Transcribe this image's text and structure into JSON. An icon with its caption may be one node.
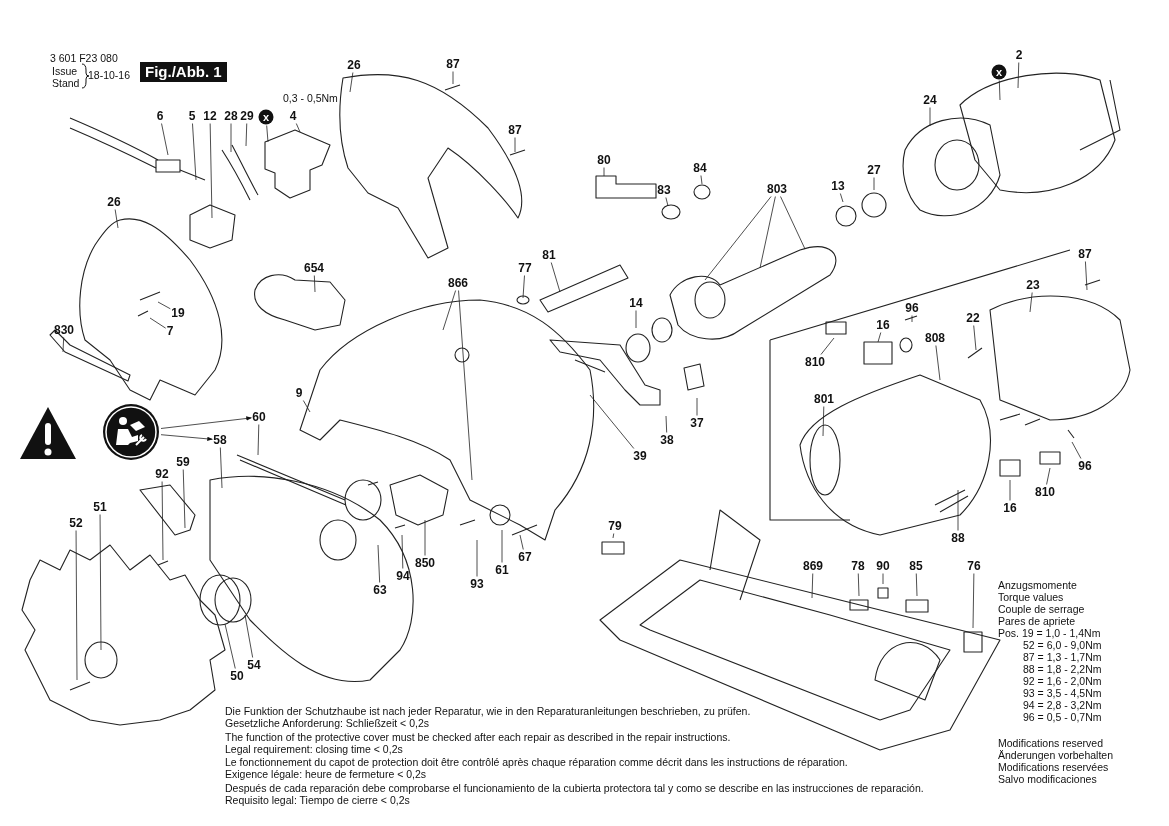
{
  "diagram": {
    "nodes": [
      {
        "text": [
          "6"
        ]
      },
      {
        "text": [
          "5"
        ]
      },
      {
        "text": [
          "12"
        ]
      },
      {
        "text": [
          "28"
        ]
      },
      {
        "text": [
          "29"
        ]
      },
      {
        "text": [
          "x"
        ]
      },
      {
        "text": [
          "4"
        ]
      },
      {
        "text": [
          "26"
        ]
      },
      {
        "text": [
          "87"
        ]
      },
      {
        "text": [
          "87"
        ]
      },
      {
        "text": [
          "26"
        ]
      },
      {
        "text": [
          "19"
        ]
      },
      {
        "text": [
          "7"
        ]
      },
      {
        "text": [
          "830"
        ]
      },
      {
        "text": [
          "654"
        ]
      },
      {
        "text": [
          "866"
        ]
      },
      {
        "text": [
          "77"
        ]
      },
      {
        "text": [
          "81"
        ]
      },
      {
        "text": [
          "80"
        ]
      },
      {
        "text": [
          "83"
        ]
      },
      {
        "text": [
          "84"
        ]
      },
      {
        "text": [
          "803"
        ]
      },
      {
        "text": [
          "13"
        ]
      },
      {
        "text": [
          "27"
        ]
      },
      {
        "text": [
          "24"
        ]
      },
      {
        "text": [
          "2"
        ]
      },
      {
        "text": [
          "x"
        ]
      },
      {
        "text": [
          "14"
        ]
      },
      {
        "text": [
          "96"
        ]
      },
      {
        "text": [
          "16"
        ]
      },
      {
        "text": [
          "810"
        ]
      },
      {
        "text": [
          "22"
        ]
      },
      {
        "text": [
          "808"
        ]
      },
      {
        "text": [
          "87"
        ]
      },
      {
        "text": [
          "23"
        ]
      },
      {
        "text": [
          "801"
        ]
      },
      {
        "text": [
          "37"
        ]
      },
      {
        "text": [
          "38"
        ]
      },
      {
        "text": [
          "39"
        ]
      },
      {
        "text": [
          "9"
        ]
      },
      {
        "text": [
          "60"
        ]
      },
      {
        "text": [
          "58"
        ]
      },
      {
        "text": [
          "92"
        ]
      },
      {
        "text": [
          "59"
        ]
      },
      {
        "text": [
          "51"
        ]
      },
      {
        "text": [
          "52"
        ]
      },
      {
        "text": [
          "50"
        ]
      },
      {
        "text": [
          "54"
        ]
      },
      {
        "text": [
          "63"
        ]
      },
      {
        "text": [
          "94"
        ]
      },
      {
        "text": [
          "850"
        ]
      },
      {
        "text": [
          "93"
        ]
      },
      {
        "text": [
          "61"
        ]
      },
      {
        "text": [
          "67"
        ]
      },
      {
        "text": [
          "79"
        ]
      },
      {
        "text": [
          "869"
        ]
      },
      {
        "text": [
          "78"
        ]
      },
      {
        "text": [
          "90"
        ]
      },
      {
        "text": [
          "85"
        ]
      },
      {
        "text": [
          "76"
        ]
      },
      {
        "text": [
          "88"
        ]
      },
      {
        "text": [
          "16"
        ]
      },
      {
        "text": [
          "810"
        ]
      },
      {
        "text": [
          "96"
        ]
      },
      {
        "text": [],
        "shape": "circle"
      }
    ],
    "edges": [
      {
        "from": 0,
        "to": null,
        "arrow": "none"
      },
      {
        "from": 1,
        "to": null,
        "arrow": "none"
      },
      {
        "from": 2,
        "to": null,
        "arrow": "none"
      },
      {
        "from": 3,
        "to": null,
        "arrow": "none"
      },
      {
        "from": 4,
        "to": null,
        "arrow": "none"
      },
      {
        "from": 5,
        "to": null,
        "arrow": "none"
      },
      {
        "from": 6,
        "to": null,
        "arrow": "none"
      },
      {
        "from": 7,
        "to": null,
        "arrow": "none"
      },
      {
        "from": 8,
        "to": null,
        "arrow": "none"
      },
      {
        "from": 9,
        "to": null,
        "arrow": "none"
      },
      {
        "from": 10,
        "to": null,
        "arrow": "none"
      },
      {
        "from": 11,
        "to": null,
        "arrow": "none"
      },
      {
        "from": 12,
        "to": null,
        "arrow": "none"
      },
      {
        "from": 13,
        "to": null,
        "arrow": "none"
      },
      {
        "from": 14,
        "to": null,
        "arrow": "none"
      },
      {
        "from": 15,
        "to": null,
        "arrow": "none"
      },
      {
        "from": 15,
        "to": null,
        "arrow": "none"
      },
      {
        "from": 16,
        "to": null,
        "arrow": "none"
      },
      {
        "from": 17,
        "to": null,
        "arrow": "none"
      },
      {
        "from": 18,
        "to": null,
        "arrow": "none"
      },
      {
        "from": 19,
        "to": null,
        "arrow": "none"
      },
      {
        "from": 20,
        "to": null,
        "arrow": "none"
      },
      {
        "from": 21,
        "to": null,
        "arrow": "none"
      },
      {
        "from": 21,
        "to": null,
        "arrow": "none"
      },
      {
        "from": 21,
        "to": null,
        "arrow": "none"
      },
      {
        "from": 22,
        "to": null,
        "arrow": "none"
      },
      {
        "from": 23,
        "to": null,
        "arrow": "none"
      },
      {
        "from": 24,
        "to": null,
        "arrow": "none"
      },
      {
        "from": 25,
        "to": null,
        "arrow": "none"
      },
      {
        "from": 26,
        "to": null,
        "arrow": "none"
      },
      {
        "from": 27,
        "to": null,
        "arrow": "none"
      },
      {
        "from": 28,
        "to": null,
        "arrow": "none"
      },
      {
        "from": 29,
        "to": null,
        "arrow": "none"
      },
      {
        "from": 30,
        "to": null,
        "arrow": "none"
      },
      {
        "from": 31,
        "to": null,
        "arrow": "none"
      },
      {
        "from": 32,
        "to": null,
        "arrow": "none"
      },
      {
        "from": 33,
        "to": null,
        "arrow": "none"
      },
      {
        "from": 34,
        "to": null,
        "arrow": "none"
      },
      {
        "from": 35,
        "to": null,
        "arrow": "none"
      },
      {
        "from": 36,
        "to": null,
        "arrow": "none"
      },
      {
        "from": 37,
        "to": null,
        "arrow": "none"
      },
      {
        "from": 38,
        "to": null,
        "arrow": "none"
      },
      {
        "from": 39,
        "to": null,
        "arrow": "none"
      },
      {
        "from": 40,
        "to": null,
        "arrow": "none"
      },
      {
        "from": 41,
        "to": null,
        "arrow": "none"
      },
      {
        "from": 42,
        "to": null,
        "arrow": "none"
      },
      {
        "from": 43,
        "to": null,
        "arrow": "none"
      },
      {
        "from": 44,
        "to": null,
        "arrow": "none"
      },
      {
        "from": 45,
        "to": null,
        "arrow": "none"
      },
      {
        "from": 46,
        "to": null,
        "arrow": "none"
      },
      {
        "from": 47,
        "to": null,
        "arrow": "none"
      },
      {
        "from": 48,
        "to": null,
        "arrow": "none"
      },
      {
        "from": 49,
        "to": null,
        "arrow": "none"
      },
      {
        "from": 50,
        "to": null,
        "arrow": "none"
      },
      {
        "from": 51,
        "to": null,
        "arrow": "none"
      },
      {
        "from": 52,
        "to": null,
        "arrow": "none"
      },
      {
        "from": 53,
        "to": null,
        "arrow": "none"
      },
      {
        "from": 54,
        "to": null,
        "arrow": "none"
      },
      {
        "from": 55,
        "to": null,
        "arrow": "none"
      },
      {
        "from": 56,
        "to": null,
        "arrow": "none"
      },
      {
        "from": 57,
        "to": null,
        "arrow": "none"
      },
      {
        "from": 58,
        "to": null,
        "arrow": "none"
      },
      {
        "from": 59,
        "to": null,
        "arrow": "none"
      },
      {
        "from": 60,
        "to": null,
        "arrow": "none"
      },
      {
        "from": 61,
        "to": null,
        "arrow": "none"
      },
      {
        "from": 62,
        "to": null,
        "arrow": "none"
      },
      {
        "from": 63,
        "to": null,
        "arrow": "none"
      },
      {
        "from": 64,
        "to": 40,
        "arrow": "to"
      },
      {
        "from": 64,
        "to": 41,
        "arrow": "to"
      }
    ],
    "labels": [
      "3 601 F23 080",
      "Issue",
      "Stand",
      "18-10-16",
      "Fig./Abb. 1",
      "0,3 - 0,5Nm",
      "Anzugsmomente",
      "Torque values",
      "Couple de serrage",
      "Pares de apriete",
      "Pos. 19 = 1,0 - 1,4Nm",
      "52 = 6,0 - 9,0Nm",
      "87 = 1,3 - 1,7Nm",
      "88 = 1,8 - 2,2Nm",
      "92 = 1,6 - 2,0Nm",
      "93 = 3,5 - 4,5Nm",
      "94 = 2,8 - 3,2Nm",
      "96 = 0,5 - 0,7Nm",
      "Modifications reserved",
      "Änderungen vorbehalten",
      "Modifications reservées",
      "Salvo modificaciones",
      "Die Funktion der Schutzhaube ist nach jeder Reparatur, wie in den Reparaturanleitungen beschrieben, zu prüfen.",
      "Gesetzliche Anforderung: Schließzeit < 0,2s",
      "The function of the protective cover must be checked after each repair as described in the repair instructions.",
      "Legal requirement: closing time < 0,2s",
      "Le fonctionnement du capot de protection doit être contrôlé après chaque réparation comme décrit dans les instructions de réparation.",
      "Exigence légale: heure de fermeture < 0,2s",
      "Después de cada reparación debe comprobarse el funcionamiento de la cubierta protectora tal y como se describe en las instrucciones de reparación.",
      "Requisito legal: Tiempo de cierre < 0,2s"
    ]
  }
}
